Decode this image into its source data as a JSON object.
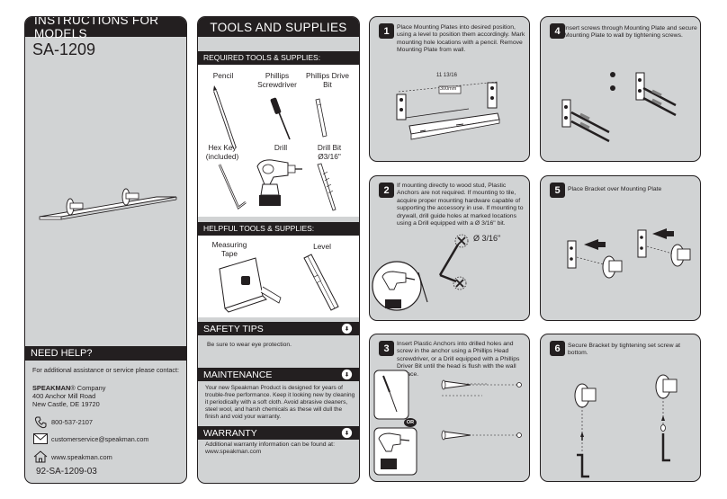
{
  "left_panel": {
    "header": "INSTRUCTIONS FOR MODELS",
    "model": "SA-1209",
    "need_help": "NEED HELP?",
    "assist_text": "For additional assistance or service please contact:",
    "brand": "SPEAKMAN",
    "brand_suffix": "® Company",
    "address_line1": "400 Anchor Mill Road",
    "address_line2": "New Castle, DE 19720",
    "phone": "800-537-2107",
    "email": "customerservice@speakman.com",
    "website": "www.speakman.com",
    "doc_number": "92-SA-1209-03"
  },
  "tools_panel": {
    "header": "TOOLS AND SUPPLIES",
    "required_header": "REQUIRED TOOLS & SUPPLIES:",
    "required_items": [
      "Pencil",
      "Phillips Screwdriver",
      "Phillips Drive Bit",
      "Hex Key (included)",
      "Drill",
      "Drill Bit Ø3/16\""
    ],
    "helpful_header": "HELPFUL TOOLS & SUPPLIES:",
    "helpful_items": [
      "Measuring Tape",
      "Level"
    ],
    "safety_header": "SAFETY TIPS",
    "safety_text": "Be sure to wear eye protection.",
    "maintenance_header": "MAINTENANCE",
    "maintenance_text": "Your new Speakman Product is designed for years of trouble-free performance. Keep it looking new by cleaning it periodically with a soft cloth. Avoid abrasive cleaners, steel wool, and harsh chemicals as these will dull the finish and void your warranty.",
    "warranty_header": "WARRANTY",
    "warranty_text": "Additional warranty information can be found at: www.speakman.com"
  },
  "steps": [
    {
      "num": "1",
      "text": "Place Mounting Plates into desired position, using a level to position them accordingly. Mark mounting hole locations with a pencil. Remove Mounting Plate from wall.",
      "dim_fraction": "11 13/16",
      "dim_mm": "300mm"
    },
    {
      "num": "2",
      "text": "If mounting directly to wood stud, Plastic Anchors are not required. If mounting to tile, acquire proper mounting hardware capable of supporting the accessory in use. If mounting to drywall, drill guide holes at marked locations using a Drill equipped with a Ø 3/16\" bit.",
      "bit_label": "Ø 3/16\""
    },
    {
      "num": "3",
      "text": "Insert Plastic Anchors into drilled holes and screw in the anchor using a Phillips Head screwdriver, or a Drill equipped with a Phillips Driver Bit until the head is flush with the wall surface.",
      "or_label": "OR"
    },
    {
      "num": "4",
      "text": "Insert screws through Mounting Plate and secure Mounting Plate to wall by tightening screws."
    },
    {
      "num": "5",
      "text": "Place Bracket over Mounting Plate"
    },
    {
      "num": "6",
      "text": "Secure Bracket by tightening set screw at bottom."
    }
  ]
}
